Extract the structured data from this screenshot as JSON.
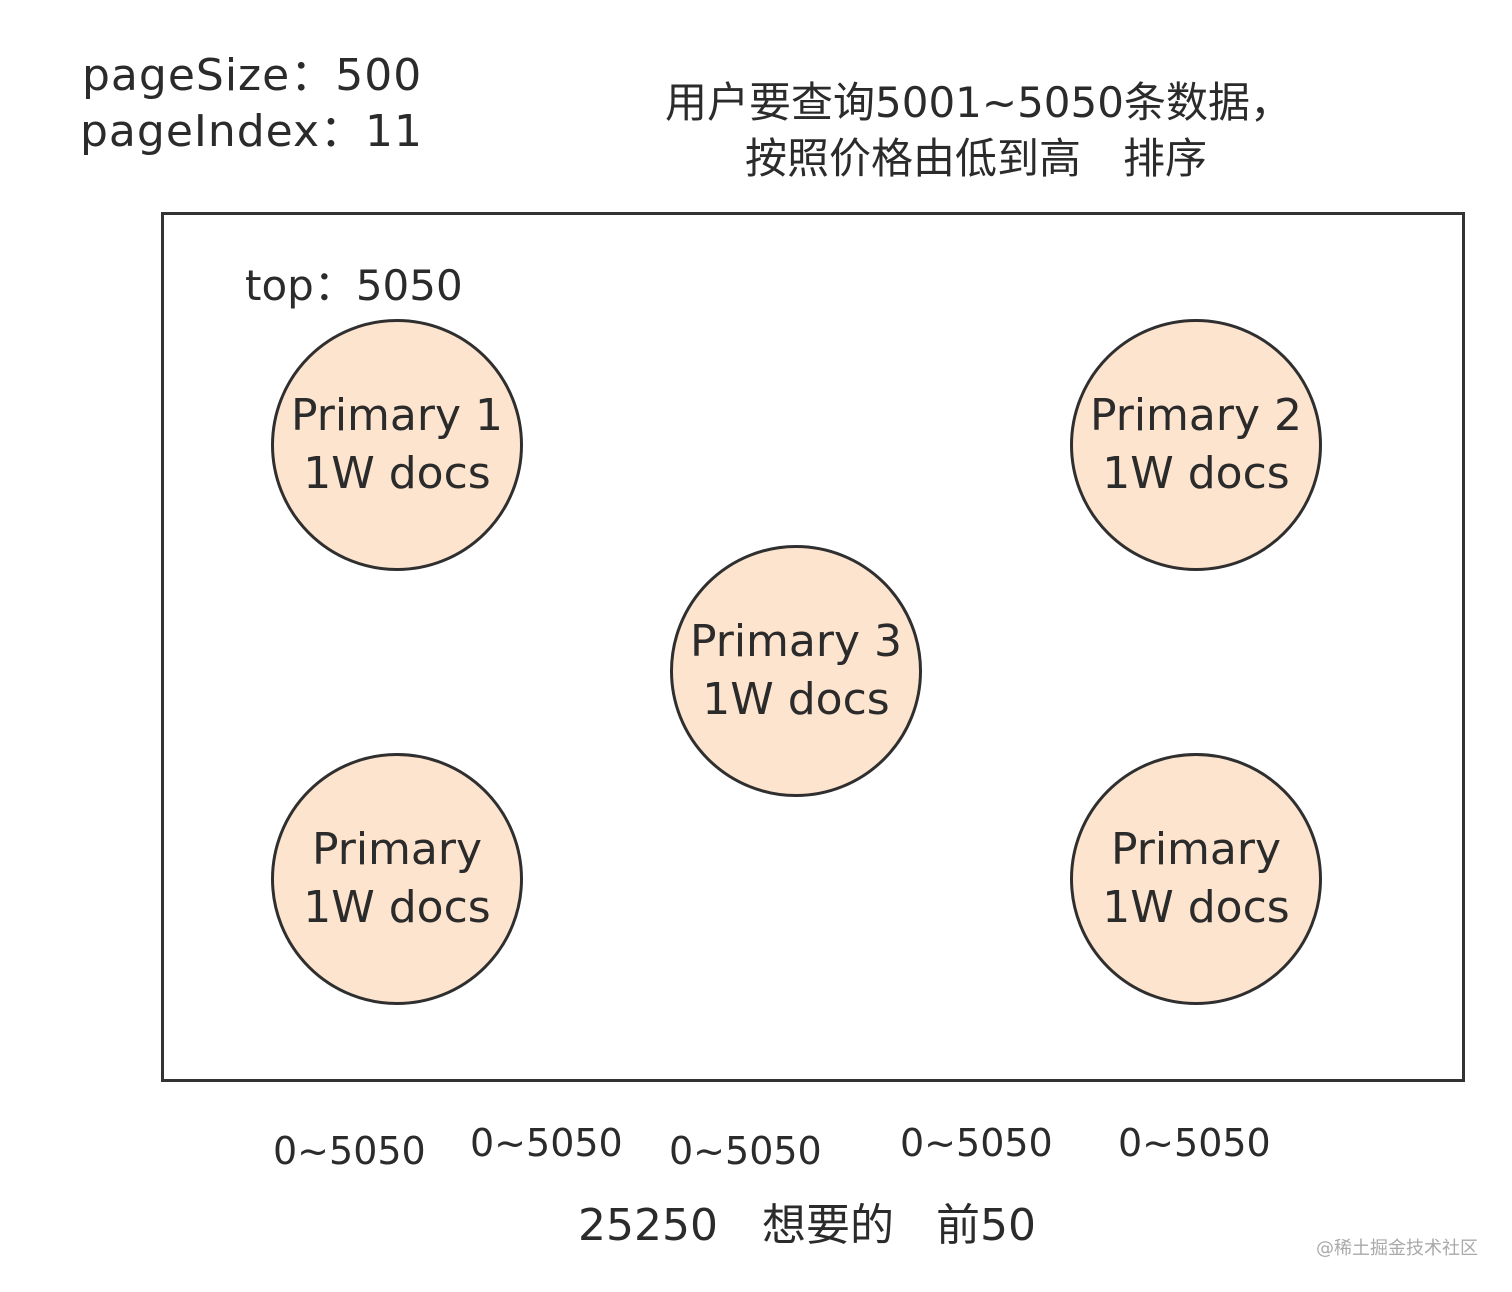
{
  "params": {
    "page_size": "pageSize：500",
    "page_index": "pageIndex：11"
  },
  "description": {
    "line1": "用户要查询5001~5050条数据，",
    "line2": "按照价格由低到高　排序"
  },
  "cluster": {
    "top_label": "top：5050",
    "shards": [
      {
        "name": "Primary 1",
        "docs": "1W docs"
      },
      {
        "name": "Primary 2",
        "docs": "1W docs"
      },
      {
        "name": "Primary 3",
        "docs": "1W docs"
      },
      {
        "name": "Primary",
        "docs": "1W docs"
      },
      {
        "name": "Primary",
        "docs": "1W docs"
      }
    ]
  },
  "ranges": [
    "0~5050",
    "0~5050",
    "0~5050",
    "0~5050",
    "0~5050"
  ],
  "summary": "25250　想要的 前50",
  "watermark": "@稀土掘金技术社区",
  "colors": {
    "shard_fill": "#fde4cf",
    "stroke": "#2f2f2f",
    "text": "#2b2b2b"
  }
}
